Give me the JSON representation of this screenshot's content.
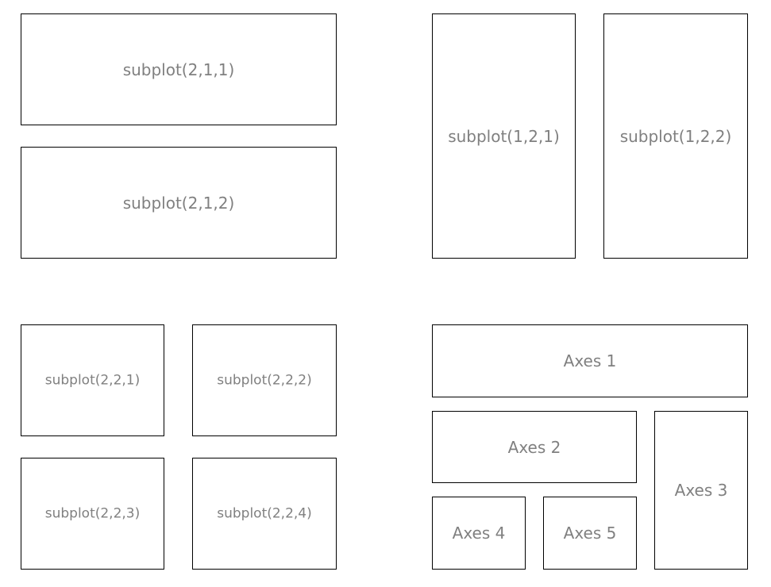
{
  "figure": {
    "panels": {
      "subplot_211": "subplot(2,1,1)",
      "subplot_212": "subplot(2,1,2)",
      "subplot_121": "subplot(1,2,1)",
      "subplot_122": "subplot(1,2,2)",
      "subplot_221": "subplot(2,2,1)",
      "subplot_222": "subplot(2,2,2)",
      "subplot_223": "subplot(2,2,3)",
      "subplot_224": "subplot(2,2,4)",
      "axes_1": "Axes 1",
      "axes_2": "Axes 2",
      "axes_3": "Axes 3",
      "axes_4": "Axes 4",
      "axes_5": "Axes 5"
    },
    "colors": {
      "border": "#000000",
      "label": "#808080",
      "background": "#ffffff"
    }
  }
}
